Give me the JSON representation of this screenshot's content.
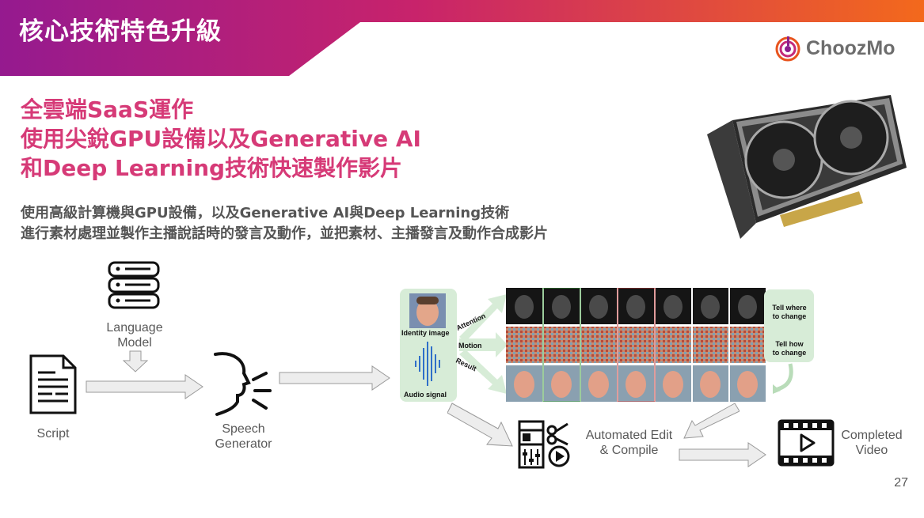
{
  "header": {
    "title": "核心技術特色升級"
  },
  "logo": {
    "text": "ChoozMo"
  },
  "headline": {
    "line1": "全雲端SaaS運作",
    "line2": "使用尖銳GPU設備以及Generative AI",
    "line3": "和Deep Learning技術快速製作影片"
  },
  "description": {
    "line1": "使用高級計算機與GPU設備，以及Generative AI與Deep Learning技術",
    "line2": "進行素材處理並製作主播說話時的發言及動作，並把素材、主播發言及動作合成影片"
  },
  "diagram": {
    "language_model": "Language\nModel",
    "script": "Script",
    "speech_generator": "Speech\nGenerator",
    "automated_edit": "Automated Edit\n& Compile",
    "completed_video": "Completed\nVideo",
    "identity_image": "Identity image",
    "audio_signal": "Audio signal",
    "attention": "Attention",
    "motion": "Motion",
    "result": "Result",
    "tell_where": "Tell where\nto change",
    "tell_how": "Tell how\nto change"
  },
  "colors": {
    "headline": "#d63a77",
    "banner_start": "#9b1b8e",
    "banner_end": "#f06a1e"
  },
  "page_number": "27"
}
